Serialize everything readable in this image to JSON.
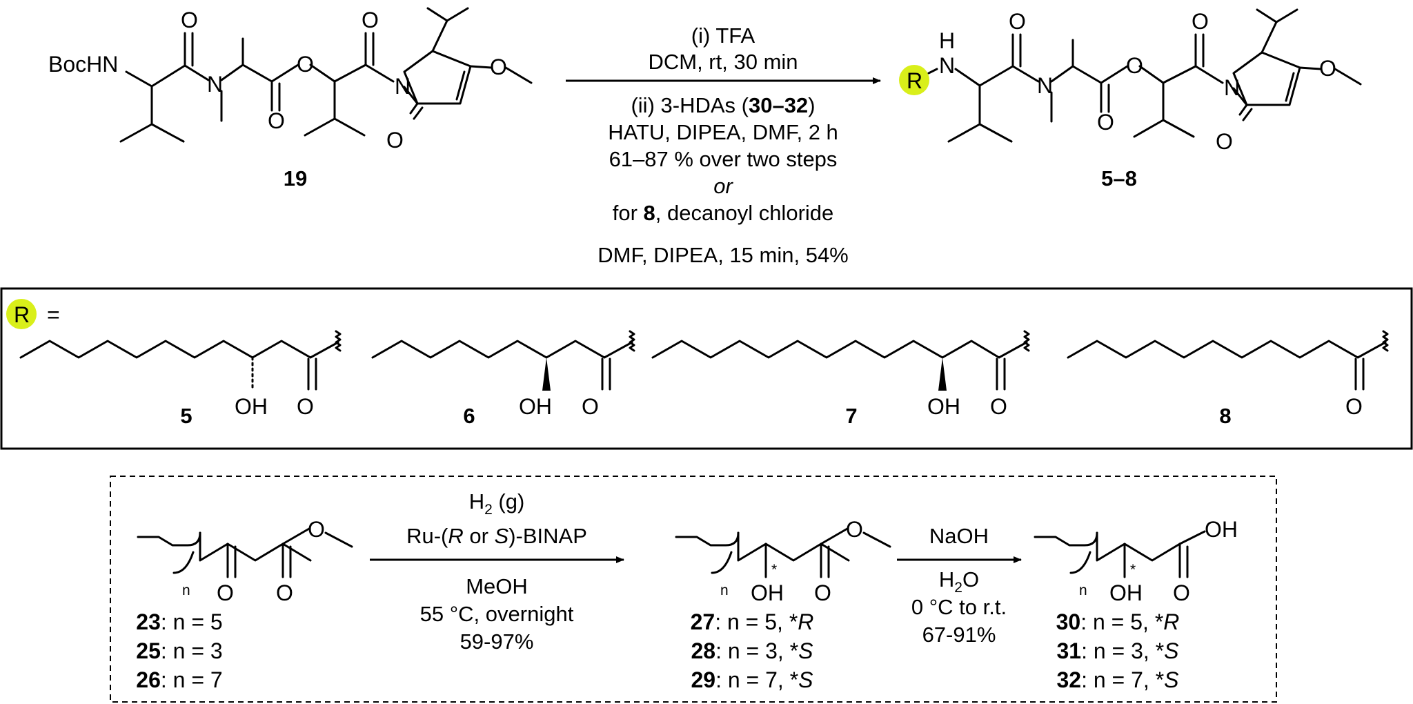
{
  "top_reaction": {
    "start": {
      "label": "19",
      "atoms": {
        "bochn": "BocHN",
        "o_top1": "O",
        "n1": "N",
        "o_bot1": "O",
        "o_ester": "O",
        "o_top2": "O",
        "n2": "N",
        "o_lactam": "O",
        "o_meo": "O"
      }
    },
    "conditions": {
      "step1": "(i) TFA",
      "step1b": "DCM, rt, 30 min",
      "step2_pre": "(ii) 3-HDAs (",
      "step2_bold": "30–32",
      "step2_post": ")",
      "step2b": "HATU, DIPEA, DMF, 2 h",
      "yield": "61–87 % over two steps",
      "or": "or",
      "alt_pre": "for ",
      "alt_bold": "8",
      "alt_post": ", decanoyl chloride",
      "alt_b": "DMF, DIPEA, 15 min, 54%"
    },
    "product": {
      "label": "5–8",
      "r_group": "R",
      "atoms": {
        "h": "H",
        "n_amide": "N",
        "o_top1": "O",
        "n1": "N",
        "o_bot1": "O",
        "o_ester": "O",
        "o_top2": "O",
        "n2": "N",
        "o_lactam": "O",
        "o_meo": "O"
      }
    }
  },
  "r_panel": {
    "r_symbol": "R",
    "equals": "=",
    "compounds": [
      {
        "label": "5",
        "oh": "OH",
        "o": "O"
      },
      {
        "label": "6",
        "oh": "OH",
        "o": "O"
      },
      {
        "label": "7",
        "oh": "OH",
        "o": "O"
      },
      {
        "label": "8",
        "o": "O"
      }
    ]
  },
  "bottom_scheme": {
    "ketoester": {
      "n": "n",
      "o_keto": "O",
      "o_carbonyl": "O",
      "o_ester": "O",
      "rows": [
        {
          "num": "23",
          "rest": ": n = 5"
        },
        {
          "num": "25",
          "rest": ": n = 3"
        },
        {
          "num": "26",
          "rest": ": n = 7"
        }
      ]
    },
    "step1": {
      "h2_pre": "H",
      "h2_sub": "2",
      "h2_post": " (g)",
      "cat_pre": "Ru-(",
      "cat_it1": "R",
      "cat_mid": " or ",
      "cat_it2": "S",
      "cat_post": ")-BINAP",
      "solvent": "MeOH",
      "temp": "55 °C, overnight",
      "yield": "59-97%"
    },
    "hydroxyester": {
      "n": "n",
      "star": "*",
      "oh": "OH",
      "o_carbonyl": "O",
      "o_ester": "O",
      "rows": [
        {
          "num": "27",
          "rest": ": n = 5, *",
          "cfg": "R"
        },
        {
          "num": "28",
          "rest": ": n = 3, *",
          "cfg": "S"
        },
        {
          "num": "29",
          "rest": ": n = 7, *",
          "cfg": "S"
        }
      ]
    },
    "step2": {
      "base": "NaOH",
      "h2o_pre": "H",
      "h2o_sub": "2",
      "h2o_post": "O",
      "temp": "0 °C to r.t.",
      "yield": "67-91%"
    },
    "acid": {
      "n": "n",
      "star": "*",
      "oh": "OH",
      "o_carbonyl": "O",
      "acid_oh": "OH",
      "rows": [
        {
          "num": "30",
          "rest": ": n = 5, *",
          "cfg": "R"
        },
        {
          "num": "31",
          "rest": ": n = 3, *",
          "cfg": "S"
        },
        {
          "num": "32",
          "rest": ": n = 7, *",
          "cfg": "S"
        }
      ]
    }
  },
  "colors": {
    "highlight": "#d9ef1a",
    "ink": "#000000",
    "background": "#ffffff"
  }
}
